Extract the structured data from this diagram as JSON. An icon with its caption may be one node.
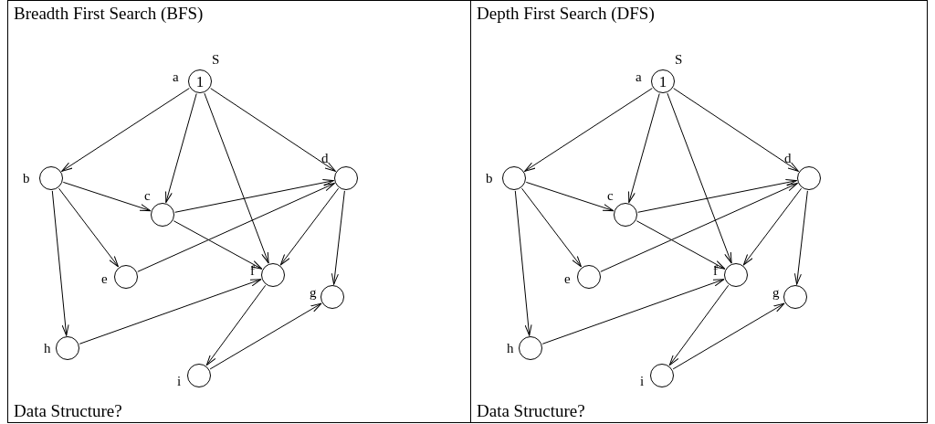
{
  "diagram": {
    "nodes": [
      {
        "text": [
          "Breadth First Search (BFS)",
          "Data Structure?"
        ]
      },
      {
        "text": [
          "1"
        ],
        "in": 0,
        "beside": [
          "a",
          "S"
        ]
      },
      {
        "text": [],
        "shape": "circle",
        "in": 0,
        "beside": [
          "b"
        ]
      },
      {
        "text": [],
        "shape": "circle",
        "in": 0,
        "beside": [
          "c"
        ]
      },
      {
        "text": [],
        "shape": "circle",
        "in": 0,
        "beside": [
          "d"
        ]
      },
      {
        "text": [],
        "shape": "circle",
        "in": 0,
        "beside": [
          "e"
        ]
      },
      {
        "text": [],
        "shape": "circle",
        "in": 0,
        "beside": [
          "f"
        ]
      },
      {
        "text": [],
        "shape": "circle",
        "in": 0,
        "beside": [
          "g"
        ]
      },
      {
        "text": [],
        "shape": "circle",
        "in": 0,
        "beside": [
          "h"
        ]
      },
      {
        "text": [],
        "shape": "circle",
        "in": 0,
        "beside": [
          "i"
        ]
      },
      {
        "text": [
          "Depth First Search (DFS)",
          "Data Structure?"
        ]
      },
      {
        "text": [
          "1"
        ],
        "in": 10,
        "beside": [
          "a",
          "S"
        ]
      },
      {
        "text": [],
        "shape": "circle",
        "in": 10,
        "beside": [
          "b"
        ]
      },
      {
        "text": [],
        "shape": "circle",
        "in": 10,
        "beside": [
          "c"
        ]
      },
      {
        "text": [],
        "shape": "circle",
        "in": 10,
        "beside": [
          "d"
        ]
      },
      {
        "text": [],
        "shape": "circle",
        "in": 10,
        "beside": [
          "e"
        ]
      },
      {
        "text": [],
        "shape": "circle",
        "in": 10,
        "beside": [
          "f"
        ]
      },
      {
        "text": [],
        "shape": "circle",
        "in": 10,
        "beside": [
          "g"
        ]
      },
      {
        "text": [],
        "shape": "circle",
        "in": 10,
        "beside": [
          "h"
        ]
      },
      {
        "text": [],
        "shape": "circle",
        "in": 10,
        "beside": [
          "i"
        ]
      }
    ],
    "edges": [
      {
        "from": 1,
        "to": 2,
        "arrow": "to"
      },
      {
        "from": 1,
        "to": 3,
        "arrow": "to"
      },
      {
        "from": 1,
        "to": 6,
        "arrow": "to"
      },
      {
        "from": 1,
        "to": 4,
        "arrow": "to"
      },
      {
        "from": 2,
        "to": 3,
        "arrow": "to"
      },
      {
        "from": 2,
        "to": 5,
        "arrow": "to"
      },
      {
        "from": 2,
        "to": 8,
        "arrow": "to"
      },
      {
        "from": 3,
        "to": 4,
        "arrow": "to"
      },
      {
        "from": 3,
        "to": 6,
        "arrow": "to"
      },
      {
        "from": 5,
        "to": 4,
        "arrow": "to"
      },
      {
        "from": 4,
        "to": 6,
        "arrow": "to"
      },
      {
        "from": 4,
        "to": 7,
        "arrow": "to"
      },
      {
        "from": 8,
        "to": 6,
        "arrow": "to"
      },
      {
        "from": 6,
        "to": 9,
        "arrow": "to"
      },
      {
        "from": 9,
        "to": 7,
        "arrow": "to"
      },
      {
        "from": 11,
        "to": 12,
        "arrow": "to"
      },
      {
        "from": 11,
        "to": 13,
        "arrow": "to"
      },
      {
        "from": 11,
        "to": 16,
        "arrow": "to"
      },
      {
        "from": 11,
        "to": 14,
        "arrow": "to"
      },
      {
        "from": 12,
        "to": 13,
        "arrow": "to"
      },
      {
        "from": 12,
        "to": 15,
        "arrow": "to"
      },
      {
        "from": 12,
        "to": 18,
        "arrow": "to"
      },
      {
        "from": 13,
        "to": 14,
        "arrow": "to"
      },
      {
        "from": 13,
        "to": 16,
        "arrow": "to"
      },
      {
        "from": 15,
        "to": 14,
        "arrow": "to"
      },
      {
        "from": 14,
        "to": 16,
        "arrow": "to"
      },
      {
        "from": 14,
        "to": 17,
        "arrow": "to"
      },
      {
        "from": 18,
        "to": 16,
        "arrow": "to"
      },
      {
        "from": 16,
        "to": 19,
        "arrow": "to"
      },
      {
        "from": 19,
        "to": 17,
        "arrow": "to"
      }
    ]
  }
}
